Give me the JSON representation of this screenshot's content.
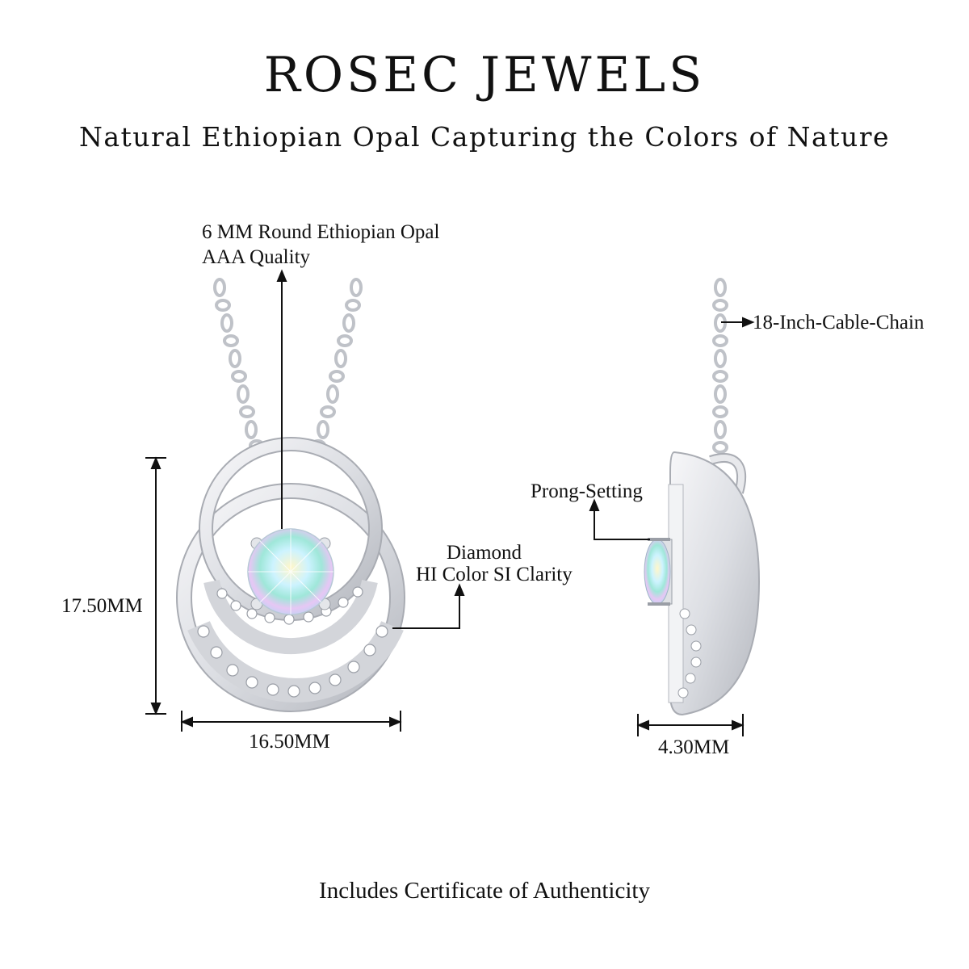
{
  "header": {
    "brand": "ROSEC JEWELS",
    "tagline": "Natural Ethiopian Opal Capturing the Colors of Nature"
  },
  "callouts": {
    "stone_line1": "6 MM Round Ethiopian Opal",
    "stone_line2": "AAA Quality",
    "chain": "18-Inch-Cable-Chain",
    "prong": "Prong-Setting",
    "diamond_line1": "Diamond",
    "diamond_line2": "HI Color SI Clarity"
  },
  "dimensions": {
    "height": "17.50MM",
    "width": "16.50MM",
    "depth": "4.30MM"
  },
  "footer": {
    "note": "Includes Certificate of Authenticity"
  },
  "colors": {
    "metal": "#e8e9ec",
    "metal_shadow": "#a9acb3",
    "opal": "#dff4fb",
    "text": "#111111"
  }
}
